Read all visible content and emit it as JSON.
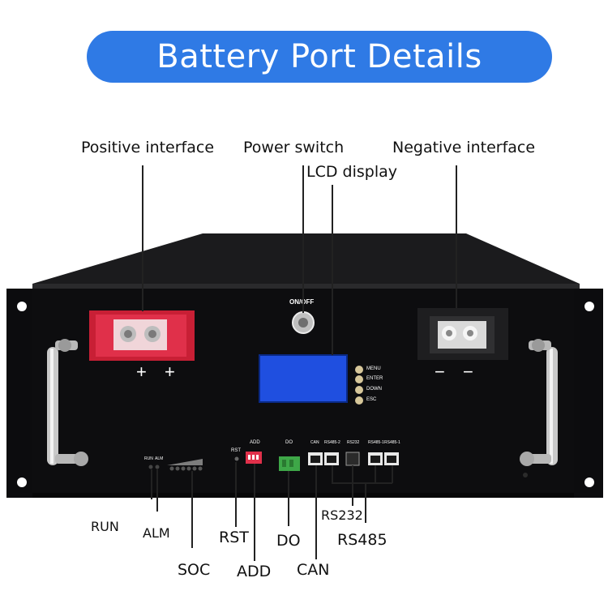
{
  "title": "Battery Port Details",
  "callouts_top": {
    "positive": "Positive interface",
    "power": "Power switch",
    "negative": "Negative interface",
    "lcd": "LCD display"
  },
  "callouts_bottom": {
    "run": "RUN",
    "alm": "ALM",
    "rst": "RST",
    "do": "DO",
    "soc": "SOC",
    "add": "ADD",
    "can": "CAN",
    "rs232": "RS232",
    "rs485": "RS485"
  },
  "panel": {
    "onoff": "ON/OFF",
    "menu": [
      "MENU",
      "ENTER",
      "DOWN",
      "ESC"
    ],
    "run_small": "RUN",
    "alm_small": "ALM",
    "rst_small": "RST",
    "add_small": "ADD",
    "do_small": "DO",
    "can_small": "CAN",
    "rs485_2_small": "RS485-2",
    "rs232_small": "RS232",
    "rs485_1a_small": "RS485-1",
    "rs485_1b_small": "RS485-1",
    "plus": "+ +",
    "minus": "− −"
  },
  "colors": {
    "accent": "#2f7ae5",
    "panel": "#0d0d0f",
    "lcd": "#1f4fe0",
    "positive_terminal": "#d0213a"
  }
}
